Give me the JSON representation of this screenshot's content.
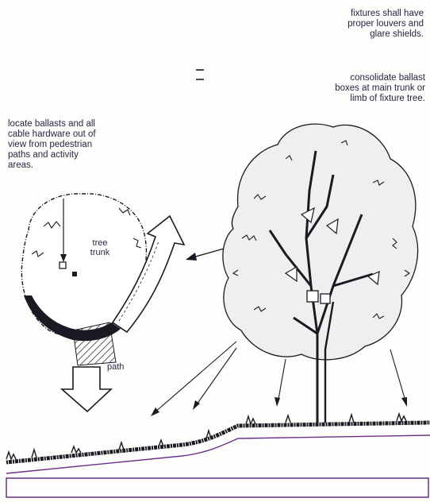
{
  "notes": {
    "fixtures": "fixtures shall have\nproper louvers and\nglare shields.",
    "ballast": "consolidate ballast\nboxes at main trunk or\nlimb of fixture tree.",
    "locate": "locate ballasts and all\ncable hardware out of\nview from pedestrian\npaths and activity\nareas."
  },
  "labels": {
    "trunk": "tree\ntrunk",
    "path": "path"
  },
  "colors": {
    "ink": "#1b1a22",
    "text": "#2a2442",
    "ground_line": "#6a2f8c"
  }
}
